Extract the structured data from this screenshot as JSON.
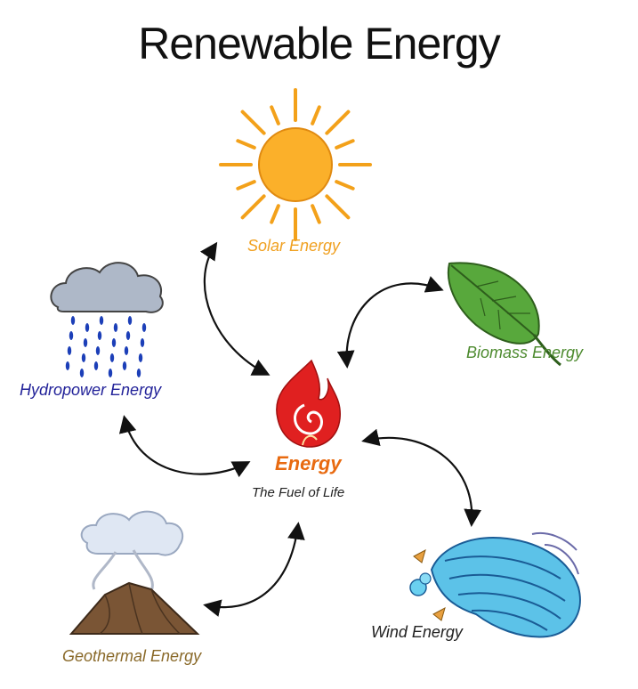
{
  "title": "Renewable Energy",
  "center": {
    "label": "Energy",
    "subtitle": "The Fuel of Life"
  },
  "nodes": {
    "solar": "Solar Energy",
    "biomass": "Biomass Energy",
    "hydro": "Hydropower Energy",
    "geothermal": "Geothermal Energy",
    "wind": "Wind Energy"
  },
  "colors": {
    "solar": "#f0a020",
    "sun_fill": "#fbb02a",
    "biomass": "#4c8a2e",
    "leaf": "#58a83c",
    "hydro": "#222299",
    "rain": "#1c3fb8",
    "center": "#e86a10",
    "flame": "#e02020",
    "geothermal": "#8a6a2a",
    "volcano": "#7a5535",
    "wind": "#2aa0d8",
    "arrow": "#111111"
  },
  "icons": [
    "sun-icon",
    "leaf-icon",
    "rain-cloud-icon",
    "flame-icon",
    "volcano-icon",
    "wind-icon"
  ]
}
